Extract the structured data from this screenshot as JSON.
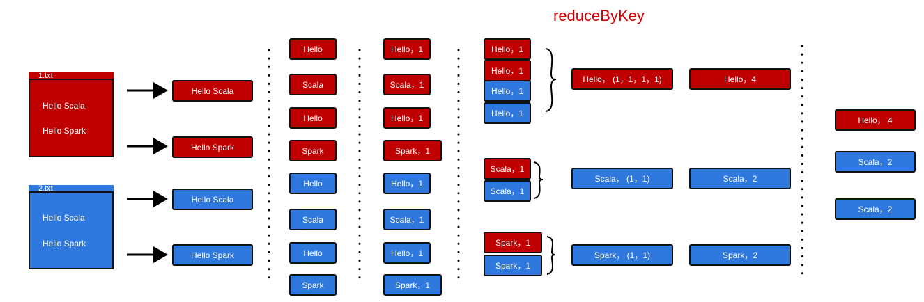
{
  "title": "reduceByKey",
  "colors": {
    "red": "#c00000",
    "blue": "#2f78de"
  },
  "files": [
    {
      "name": "1.txt",
      "color": "red",
      "lines": [
        "Hello Scala",
        "Hello Spark"
      ]
    },
    {
      "name": "2.txt",
      "color": "blue",
      "lines": [
        "Hello Scala",
        "Hello Spark"
      ]
    }
  ],
  "lines": [
    {
      "text": "Hello Scala",
      "color": "red"
    },
    {
      "text": "Hello Spark",
      "color": "red"
    },
    {
      "text": "Hello Scala",
      "color": "blue"
    },
    {
      "text": "Hello Spark",
      "color": "blue"
    }
  ],
  "words": [
    {
      "text": "Hello",
      "color": "red"
    },
    {
      "text": "Scala",
      "color": "red"
    },
    {
      "text": "Hello",
      "color": "red"
    },
    {
      "text": "Spark",
      "color": "red"
    },
    {
      "text": "Hello",
      "color": "blue"
    },
    {
      "text": "Scala",
      "color": "blue"
    },
    {
      "text": "Hello",
      "color": "blue"
    },
    {
      "text": "Spark",
      "color": "blue"
    }
  ],
  "pairs": [
    {
      "text": "Hello，1",
      "color": "red"
    },
    {
      "text": "Scala，1",
      "color": "red"
    },
    {
      "text": "Hello，1",
      "color": "red"
    },
    {
      "text": "Spark，1",
      "color": "red"
    },
    {
      "text": "Hello，1",
      "color": "blue"
    },
    {
      "text": "Scala，1",
      "color": "blue"
    },
    {
      "text": "Hello，1",
      "color": "blue"
    },
    {
      "text": "Spark，1",
      "color": "blue"
    }
  ],
  "shuffled": [
    {
      "text": "Hello，1",
      "color": "red"
    },
    {
      "text": "Hello，1",
      "color": "red"
    },
    {
      "text": "Hello，1",
      "color": "blue"
    },
    {
      "text": "Hello，1",
      "color": "blue"
    },
    {
      "text": "Scala，1",
      "color": "red"
    },
    {
      "text": "Scala，1",
      "color": "blue"
    },
    {
      "text": "Spark，1",
      "color": "red"
    },
    {
      "text": "Spark，1",
      "color": "blue"
    }
  ],
  "grouped": [
    {
      "text": "Hello，  (1，1，1，1)",
      "color": "red"
    },
    {
      "text": "Scala，  (1，1)",
      "color": "blue"
    },
    {
      "text": "Spark，  (1，1)",
      "color": "blue"
    }
  ],
  "reduced": [
    {
      "text": "Hello，4",
      "color": "red"
    },
    {
      "text": "Scala，2",
      "color": "blue"
    },
    {
      "text": "Spark，2",
      "color": "blue"
    }
  ],
  "final": [
    {
      "text": "Hello，  4",
      "color": "red"
    },
    {
      "text": "Scala，2",
      "color": "blue"
    },
    {
      "text": "Scala，2",
      "color": "blue"
    }
  ]
}
